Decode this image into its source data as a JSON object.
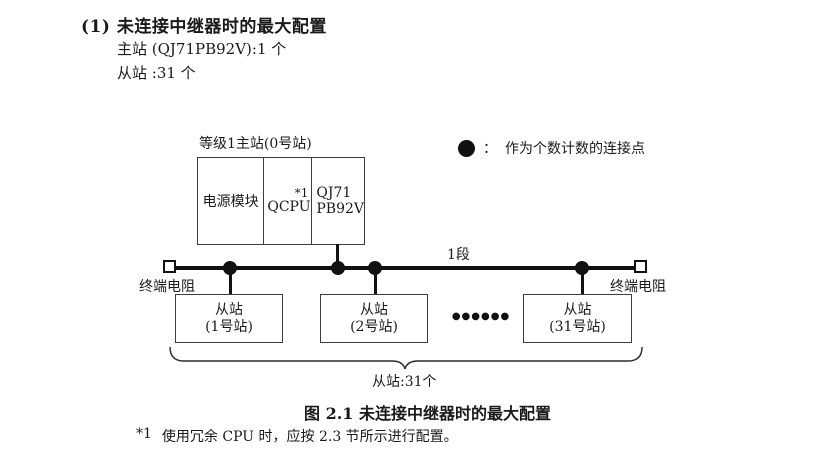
{
  "colors": {
    "ink": "#1a1a1a",
    "line": "#111111",
    "box_border": "#3d3d3d",
    "background": "#ffffff"
  },
  "header": {
    "title": "(1) 未连接中继器时的最大配置",
    "master_count": "主站 (QJ71PB92V):1 个",
    "slave_count": "从站 :31 个"
  },
  "diagram": {
    "master_station_label": "等级1主站(0号站)",
    "master_cells": {
      "power_module": "电源模块",
      "cpu": "QCPU",
      "cpu_note": "*1",
      "pb_module": "QJ71\nPB92V"
    },
    "legend": {
      "colon": "：",
      "text": "作为个数计数的连接点"
    },
    "segment_label": "1段",
    "terminator_left_label": "终端电阻",
    "terminator_right_label": "终端电阻",
    "slaves": [
      {
        "label": "从站\n(1号站)"
      },
      {
        "label": "从站\n(2号站)"
      },
      {
        "label": "从站\n(31号站)"
      }
    ],
    "ellipsis": "●●●●●●",
    "slave_total": "从站:31个"
  },
  "caption": "图 2.1 未连接中继器时的最大配置",
  "footnote": {
    "marker": "*1",
    "text": "使用冗余 CPU 时，应按 2.3 节所示进行配置。"
  }
}
